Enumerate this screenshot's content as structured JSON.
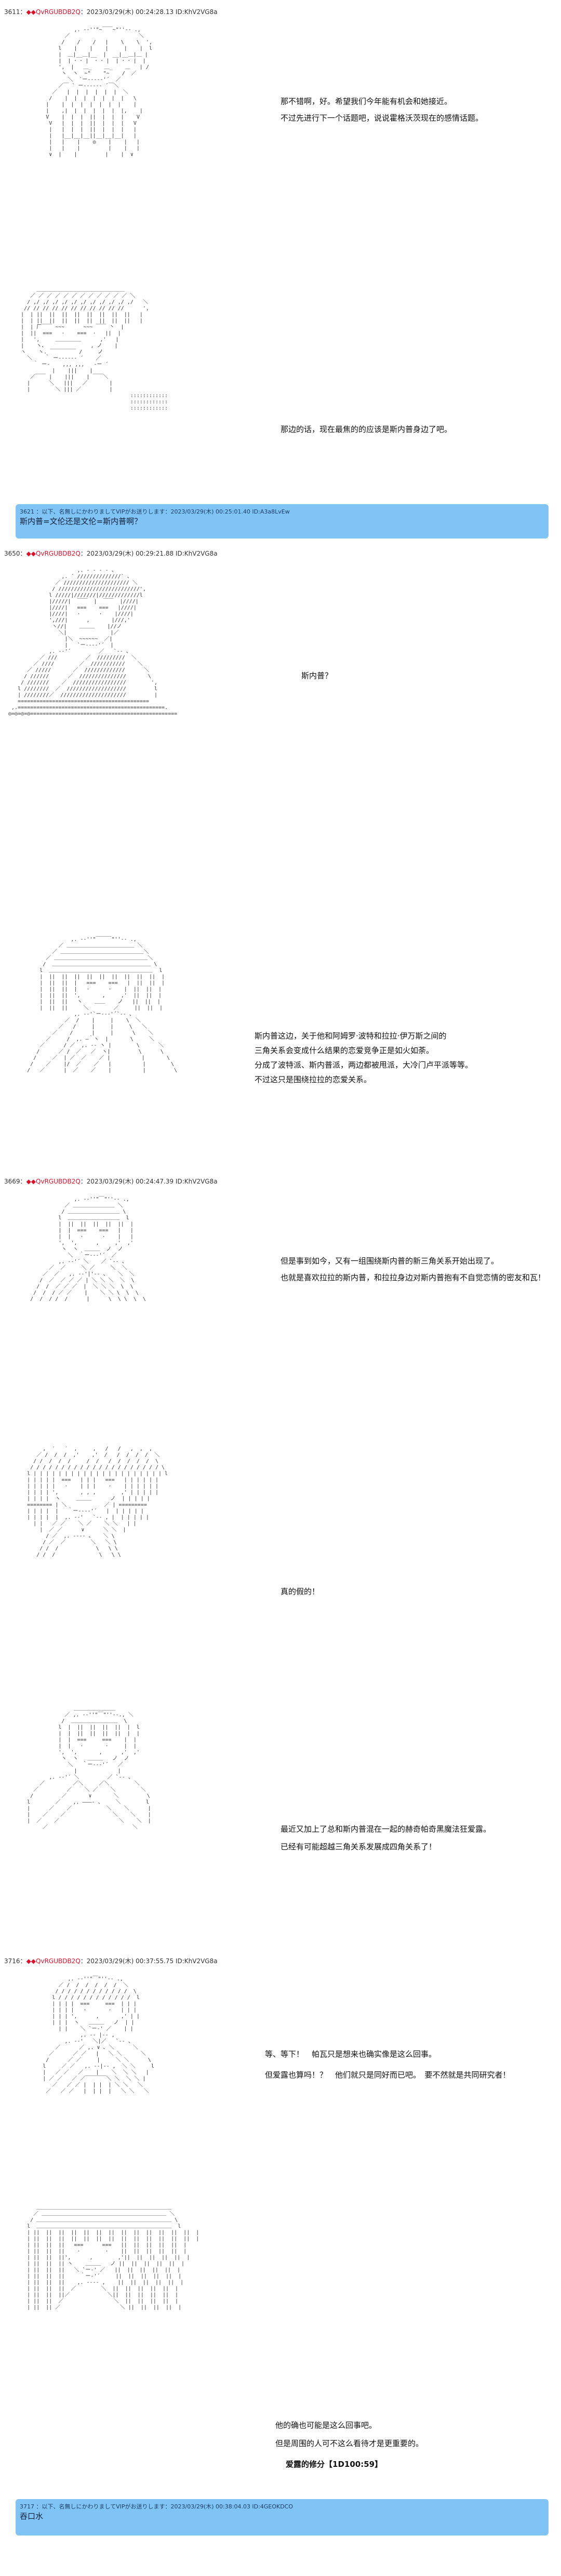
{
  "posts": [
    {
      "number": "3611",
      "user": "◆QvRGUBDB2Q",
      "date": "2023/03/29(木) 00:24:28.13 ID:KhV2VG8a"
    },
    {
      "number": "3650",
      "user": "◆QvRGUBDB2Q",
      "date": "2023/03/29(木) 00:29:21.88 ID:KhV2VG8a"
    },
    {
      "number": "3669",
      "user": "◆QvRGUBDB2Q",
      "date": "2023/03/29(木) 00:24:47.39 ID:KhV2VG8a"
    },
    {
      "number": "3716",
      "user": "◆QvRGUBDB2Q",
      "date": "2023/03/29(木) 00:37:55.75 ID:KhV2VG8a"
    }
  ],
  "dialogue": {
    "p1_line1": "那不错啊，好。希望我们今年能有机会和她接近。",
    "p1_line2": "不过先进行下一个话题吧，说说霍格沃茨现在的感情话题。",
    "p1_line3": "那边的话，现在最焦的的应该是斯内普身边了吧。",
    "p2_line1": "斯内普？",
    "p2_line2": "斯内普这边，关于他和阿姆罗·波特和拉拉·伊万斯之间的",
    "p2_line3": "三角关系会变成什么结果的恋爱竞争正是如火如荼。",
    "p2_line4": "分成了波特派、斯内普派，两边都被甩派，大冷门卢平派等等。",
    "p2_line5": "不过这只是围绕拉拉的恋爱关系。",
    "p3_line1": "但是事到如今，又有一组围绕斯内普的新三角关系开始出现了。",
    "p3_line2": "也就是喜欢拉拉的斯内普，和拉拉身边对斯内普抱有不自觉恋情的密友和瓦！",
    "p3_line3": "真的假的！",
    "p3_line4": "最近又加上了总和斯内普混在一起的赫奇帕奇黑魔法狂爱露。",
    "p3_line5": "已经有可能超越三角关系发展成四角关系了！",
    "p4_line1": "等、等下！　帕瓦只是想来也确实像是这么回事。",
    "p4_line2": "但爱露也算吗！？　他们就只是同好而已吧。　要不然就是共同研究者！",
    "p4_line3": "他的确也可能是这么回事吧。",
    "p4_line4": "但是周围的人可不这么看待才是更重要的。",
    "p4_line5": "爱露的修分【1D100:59】"
  },
  "comments": [
    {
      "meta": "3621 ：以下、名無しにかわりましてVIPがお送りします：2023/03/29(木) 00:25:01.40 ID:A3a8LvEw",
      "text": "斯内普=文伦还是文伦=斯内普啊？"
    },
    {
      "meta": "3717 ：以下、名無しにかわりましてVIPがお送りします：2023/03/29(木) 00:38:04.03 ID:4GEOKDCO",
      "text": "吞口水"
    }
  ]
}
